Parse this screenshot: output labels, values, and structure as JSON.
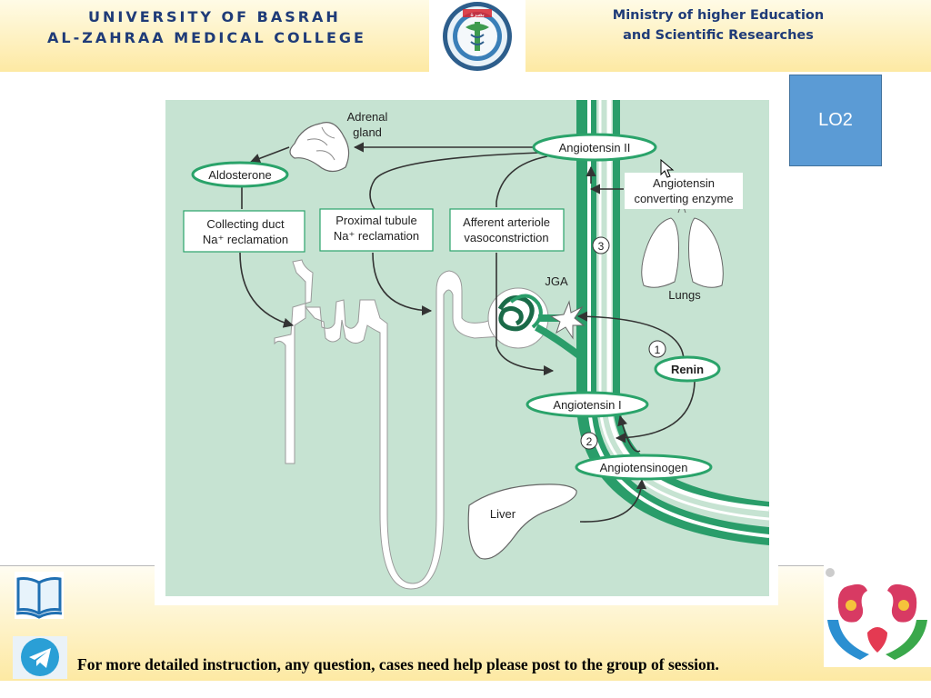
{
  "header": {
    "university_line1": "UNIVERSITY OF BASRAH",
    "university_line2": "AL-ZAHRAA MEDICAL COLLEGE",
    "ministry_line1": "Ministry of higher Education",
    "ministry_line2": "and Scientific Researches",
    "logo_icon": "university-seal-icon",
    "logo_text": "بصرة"
  },
  "badge": {
    "label": "LO2"
  },
  "diagram": {
    "labels": {
      "adrenal": [
        "Adrenal",
        "gland"
      ],
      "aldosterone": "Aldosterone",
      "angiotensin_ii": "Angiotensin II",
      "ace": [
        "Angiotensin",
        "converting enzyme"
      ],
      "collecting": [
        "Collecting duct",
        "Na⁺ reclamation"
      ],
      "proximal": [
        "Proximal tubule",
        "Na⁺ reclamation"
      ],
      "afferent": [
        "Afferent arteriole",
        "vasoconstriction"
      ],
      "jga": "JGA",
      "lungs": "Lungs",
      "renin": "Renin",
      "angiotensin_i": "Angiotensin I",
      "angiotensinogen": "Angiotensinogen",
      "liver": "Liver",
      "step1": "1",
      "step2": "2",
      "step3": "3"
    },
    "colors": {
      "background": "#c6e3d2",
      "vessel": "#2a9d6a",
      "pill_border": "#2aa36a"
    }
  },
  "footer": {
    "text": "For more detailed instruction, any question, cases need help please post to the group of session.",
    "icons": [
      "book-icon",
      "telegram-icon",
      "kidney-hands-logo-icon"
    ]
  }
}
